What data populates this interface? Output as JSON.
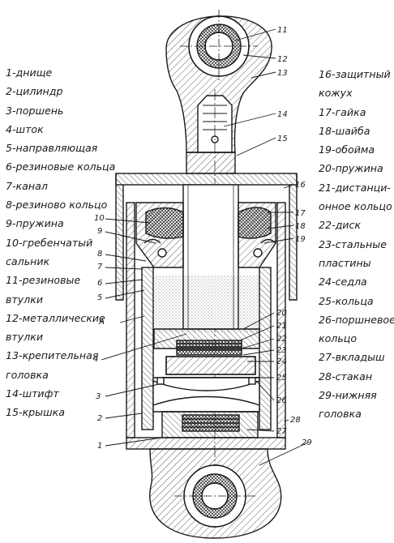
{
  "legend_left": [
    "1-днище",
    "2-цилиндр",
    "3-поршень",
    "4-шток",
    "5-направляющая",
    "6-резиновые кольца",
    "7-канал",
    "8-резиново кольцо",
    "9-пружина",
    "10-гребенчатый",
    "сальник",
    "11-резиновые",
    "втулки",
    "12-металлические",
    "втулки",
    "13-крепительная",
    "головка",
    "14-штифт",
    "15-крышка"
  ],
  "legend_right": [
    "16-защитный",
    "кожух",
    "17-гайка",
    "18-шайба",
    "19-обойма",
    "20-пружина",
    "21-дистанци-",
    "онное кольцо",
    "22-диск",
    "23-стальные",
    "пластины",
    "24-седла",
    "25-кольца",
    "26-поршневое",
    "кольцо",
    "27-вкладыш",
    "28-стакан",
    "29-нижняя",
    "головка"
  ],
  "callouts": {
    "n1": "1",
    "n2": "2",
    "n3": "3",
    "n4": "4",
    "n5": "5",
    "n6": "6",
    "n7": "7",
    "n8": "8",
    "n9": "9",
    "n10": "10",
    "n11": "11",
    "n12": "12",
    "n13": "13",
    "n14": "14",
    "n15": "15",
    "n16": "16",
    "n17": "17",
    "n18": "18",
    "n19": "19",
    "n20": "20",
    "n21": "21",
    "n22": "22",
    "n23": "23",
    "n24": "24",
    "n25": "25",
    "n26": "26",
    "n27": "27",
    "n28": "28",
    "n29": "29",
    "A": "A"
  }
}
